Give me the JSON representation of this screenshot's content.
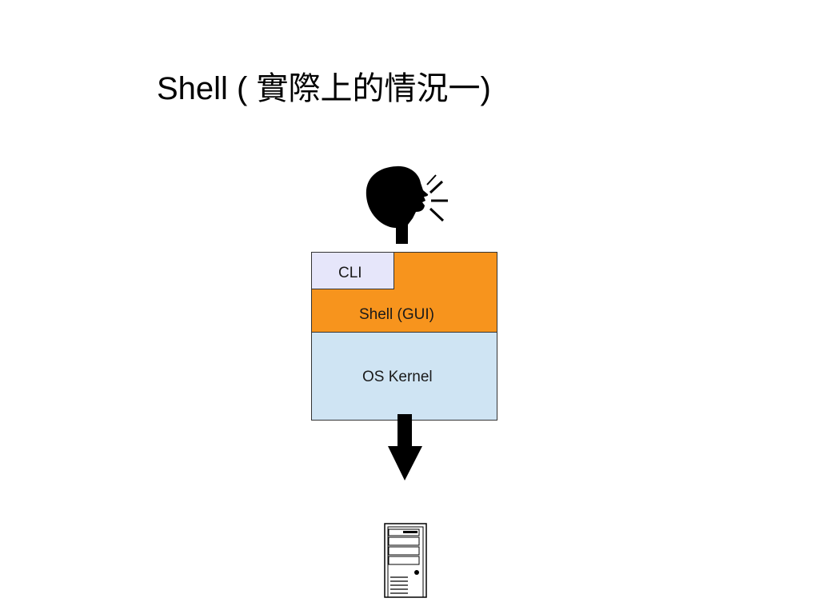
{
  "slide": {
    "title": "Shell ( 實際上的情況一)"
  },
  "diagram": {
    "user_icon": "speaking-head-icon",
    "output_arrow_icon": "down-arrow-icon",
    "computer_icon": "server-tower-icon",
    "layers": {
      "cli": {
        "label": "CLI",
        "color": "#e6e6fa"
      },
      "shell": {
        "label": "Shell (GUI)",
        "color": "#f7941d"
      },
      "kernel": {
        "label": "OS Kernel",
        "color": "#cfe4f3"
      }
    }
  }
}
